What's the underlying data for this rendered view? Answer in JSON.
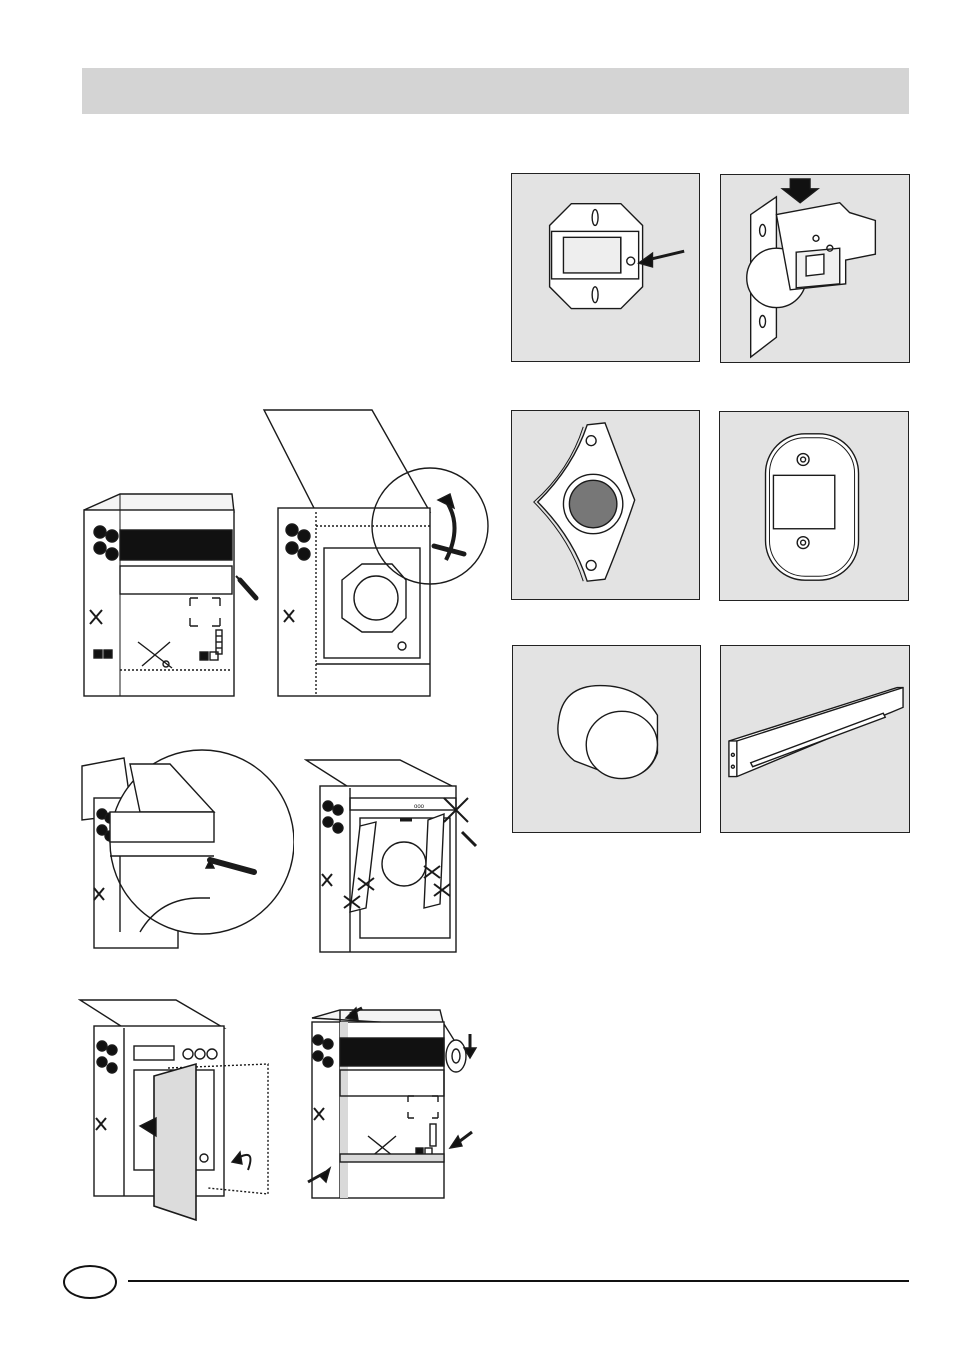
{
  "header": {
    "title": ""
  },
  "footer": {
    "page_marker": ""
  },
  "colors": {
    "header_bar": "#d4d4d4",
    "panel_bg": "#e3e3e3",
    "ink": "#1a1a1a"
  },
  "illustrations": {
    "left_steps": [
      "boxed-appliance",
      "lid-opening",
      "lid-cut-detail",
      "remove-foam-guards",
      "remove-front-panel",
      "tape-bottom-edge"
    ],
    "right_parts": [
      "hinge-plate",
      "door-latch",
      "rubber-bumper-gasket",
      "catch-receiver",
      "cylinder-foot",
      "slotted-mounting-bar"
    ]
  }
}
